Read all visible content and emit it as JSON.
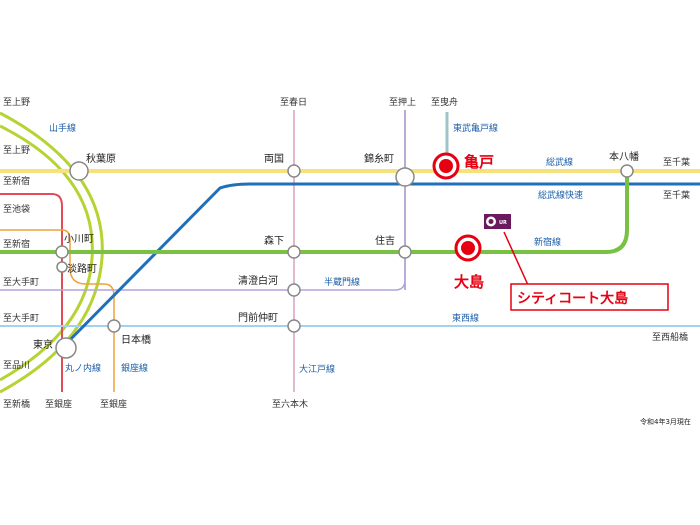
{
  "highlight_stations": {
    "kameido": "亀戸",
    "ojima": "大島"
  },
  "property": {
    "name": "シティコート大島",
    "logo_text": "UR"
  },
  "stations": {
    "akihabara": "秋葉原",
    "ryogoku": "両国",
    "kinshicho": "錦糸町",
    "motoyawata": "本八幡",
    "ogawamachi": "小川町",
    "awajicho": "淡路町",
    "morishita": "森下",
    "sumiyoshi": "住吉",
    "kiyosumi_shirakawa": "清澄白河",
    "nihonbashi": "日本橋",
    "monzen_nakacho": "門前仲町",
    "tokyo": "東京"
  },
  "lines": {
    "yamanote": "山手線",
    "tobu_kameido": "東武亀戸線",
    "sobu": "総武線",
    "sobu_rapid": "総武線快速",
    "shinjuku": "新宿線",
    "hanzomon": "半蔵門線",
    "tozai": "東西線",
    "marunouchi": "丸ノ内線",
    "ginza": "銀座線",
    "oedo": "大江戸線"
  },
  "directions": {
    "left_ueno_1": "至上野",
    "left_ueno_2": "至上野",
    "left_shinjuku_1": "至新宿",
    "left_ikebukuro": "至池袋",
    "left_shinjuku_2": "至新宿",
    "left_otemachi_1": "至大手町",
    "left_otemachi_2": "至大手町",
    "left_shinagawa": "至品川",
    "bottom_shimbashi": "至新橋",
    "bottom_ginza_1": "至銀座",
    "bottom_ginza_2": "至銀座",
    "bottom_roppongi": "至六本木",
    "top_kasugacho": "至春日",
    "top_oshiage": "至押上",
    "top_hikifune": "至曳舟",
    "right_chiba_1": "至千葉",
    "right_chiba_2": "至千葉",
    "right_nishifunabashi": "至西船橋"
  },
  "date_note": "令和4年3月現在",
  "colors": {
    "sobu": "#f5e27a",
    "sobu_rapid": "#1f6fba",
    "shinjuku": "#79c143",
    "yamanote": "#b6d334",
    "hanzomon": "#b3a4d6",
    "tozai": "#a3d2ee",
    "oedo": "#d9a0bd",
    "marunouchi": "#e34b57",
    "ginza": "#f1a13a",
    "tobu": "#9fc3c6",
    "oshiage_line": "#a090c8",
    "highlight": "#e60012"
  }
}
